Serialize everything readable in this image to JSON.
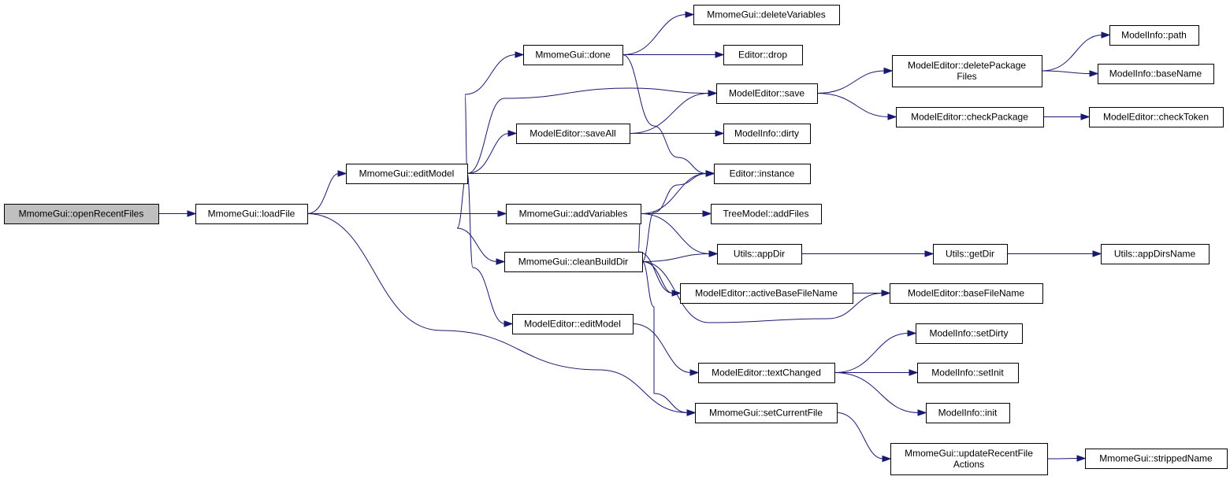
{
  "nodes": [
    {
      "id": "openRecentFiles",
      "lines": [
        "MmomeGui::openRecentFiles"
      ],
      "root": true
    },
    {
      "id": "loadFile",
      "lines": [
        "MmomeGui::loadFile"
      ]
    },
    {
      "id": "editModel",
      "lines": [
        "MmomeGui::editModel"
      ]
    },
    {
      "id": "done",
      "lines": [
        "MmomeGui::done"
      ]
    },
    {
      "id": "saveAll",
      "lines": [
        "ModelEditor::saveAll"
      ]
    },
    {
      "id": "addVariables",
      "lines": [
        "MmomeGui::addVariables"
      ]
    },
    {
      "id": "cleanBuildDir",
      "lines": [
        "MmomeGui::cleanBuildDir"
      ]
    },
    {
      "id": "meEditModel",
      "lines": [
        "ModelEditor::editModel"
      ]
    },
    {
      "id": "deleteVariables",
      "lines": [
        "MmomeGui::deleteVariables"
      ]
    },
    {
      "id": "drop",
      "lines": [
        "Editor::drop"
      ]
    },
    {
      "id": "save",
      "lines": [
        "ModelEditor::save"
      ]
    },
    {
      "id": "dirty",
      "lines": [
        "ModelInfo::dirty"
      ]
    },
    {
      "id": "instance",
      "lines": [
        "Editor::instance"
      ]
    },
    {
      "id": "addFiles",
      "lines": [
        "TreeModel::addFiles"
      ]
    },
    {
      "id": "appDir",
      "lines": [
        "Utils::appDir"
      ]
    },
    {
      "id": "activeBaseFileName",
      "lines": [
        "ModelEditor::activeBaseFileName"
      ]
    },
    {
      "id": "textChanged",
      "lines": [
        "ModelEditor::textChanged"
      ]
    },
    {
      "id": "setCurrentFile",
      "lines": [
        "MmomeGui::setCurrentFile"
      ]
    },
    {
      "id": "deletePackageFiles",
      "lines": [
        "ModelEditor::deletePackage",
        "Files"
      ]
    },
    {
      "id": "checkPackage",
      "lines": [
        "ModelEditor::checkPackage"
      ]
    },
    {
      "id": "getDir",
      "lines": [
        "Utils::getDir"
      ]
    },
    {
      "id": "baseFileName",
      "lines": [
        "ModelEditor::baseFileName"
      ]
    },
    {
      "id": "setDirty",
      "lines": [
        "ModelInfo::setDirty"
      ]
    },
    {
      "id": "setInit",
      "lines": [
        "ModelInfo::setInit"
      ]
    },
    {
      "id": "init",
      "lines": [
        "ModelInfo::init"
      ]
    },
    {
      "id": "updateRecentFileActions",
      "lines": [
        "MmomeGui::updateRecentFile",
        "Actions"
      ]
    },
    {
      "id": "path",
      "lines": [
        "ModelInfo::path"
      ]
    },
    {
      "id": "baseName",
      "lines": [
        "ModelInfo::baseName"
      ]
    },
    {
      "id": "checkToken",
      "lines": [
        "ModelEditor::checkToken"
      ]
    },
    {
      "id": "appDirsName",
      "lines": [
        "Utils::appDirsName"
      ]
    },
    {
      "id": "strippedName",
      "lines": [
        "MmomeGui::strippedName"
      ]
    }
  ],
  "edges": [
    {
      "from": "openRecentFiles",
      "to": "loadFile"
    },
    {
      "from": "loadFile",
      "to": "editModel"
    },
    {
      "from": "loadFile",
      "to": "addVariables"
    },
    {
      "from": "loadFile",
      "to": "setCurrentFile"
    },
    {
      "from": "editModel",
      "to": "done"
    },
    {
      "from": "editModel",
      "to": "save"
    },
    {
      "from": "editModel",
      "to": "saveAll"
    },
    {
      "from": "editModel",
      "to": "instance"
    },
    {
      "from": "editModel",
      "to": "cleanBuildDir"
    },
    {
      "from": "editModel",
      "to": "meEditModel"
    },
    {
      "from": "done",
      "to": "deleteVariables"
    },
    {
      "from": "done",
      "to": "drop"
    },
    {
      "from": "done",
      "to": "instance"
    },
    {
      "from": "saveAll",
      "to": "save"
    },
    {
      "from": "saveAll",
      "to": "dirty"
    },
    {
      "from": "addVariables",
      "to": "instance"
    },
    {
      "from": "addVariables",
      "to": "addFiles"
    },
    {
      "from": "addVariables",
      "to": "appDir"
    },
    {
      "from": "addVariables",
      "to": "activeBaseFileName"
    },
    {
      "from": "cleanBuildDir",
      "to": "instance"
    },
    {
      "from": "cleanBuildDir",
      "to": "appDir"
    },
    {
      "from": "cleanBuildDir",
      "to": "activeBaseFileName"
    },
    {
      "from": "cleanBuildDir",
      "to": "baseFileName"
    },
    {
      "from": "cleanBuildDir",
      "to": "setCurrentFile"
    },
    {
      "from": "meEditModel",
      "to": "textChanged"
    },
    {
      "from": "save",
      "to": "deletePackageFiles"
    },
    {
      "from": "save",
      "to": "checkPackage"
    },
    {
      "from": "deletePackageFiles",
      "to": "path"
    },
    {
      "from": "deletePackageFiles",
      "to": "baseName"
    },
    {
      "from": "checkPackage",
      "to": "checkToken"
    },
    {
      "from": "appDir",
      "to": "getDir"
    },
    {
      "from": "getDir",
      "to": "appDirsName"
    },
    {
      "from": "activeBaseFileName",
      "to": "baseFileName"
    },
    {
      "from": "textChanged",
      "to": "setDirty"
    },
    {
      "from": "textChanged",
      "to": "setInit"
    },
    {
      "from": "textChanged",
      "to": "init"
    },
    {
      "from": "setCurrentFile",
      "to": "updateRecentFileActions"
    },
    {
      "from": "updateRecentFileActions",
      "to": "strippedName"
    }
  ]
}
